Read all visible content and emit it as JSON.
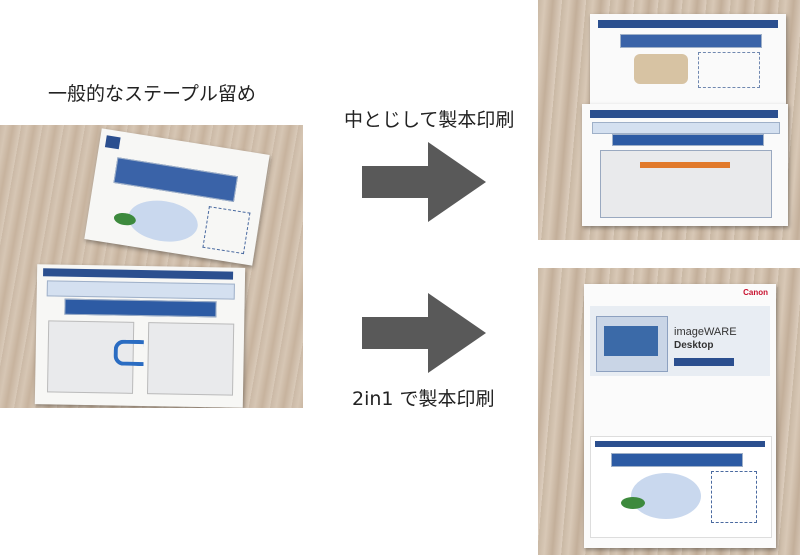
{
  "labels": {
    "staple": "一般的なステープル留め",
    "saddle": "中とじして製本印刷",
    "twoinone": "2in1 で製本印刷"
  },
  "booklet_cover": {
    "brand": "Canon",
    "product_line1": "imageWARE",
    "product_line2": "Desktop"
  },
  "colors": {
    "arrow": "#595959",
    "header_blue": "#2b4f8f",
    "canon_red": "#c8102e"
  }
}
